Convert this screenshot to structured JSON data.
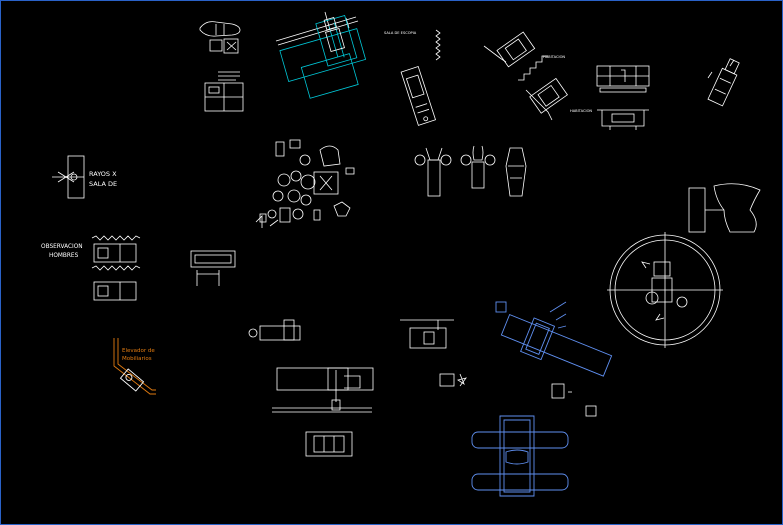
{
  "colors": {
    "background": "#000000",
    "line_white": "#ffffff",
    "line_cyan": "#00c8d8",
    "line_blue": "#5f8ff0",
    "line_orange": "#e07a10",
    "frame_border": "#2a62c8"
  },
  "labels": {
    "rayos_x": "RAYOS X",
    "sala_de": "SALA DE",
    "observacion": "OBSERVACION",
    "hombres": "HOMBRES",
    "sala_top": "SALA DE ESCOPIA",
    "habitacion_1": "HABITACION",
    "habitacion_2": "HABITACION",
    "orange_line1": "Elevador de",
    "orange_line2": "Mobiliarios"
  }
}
